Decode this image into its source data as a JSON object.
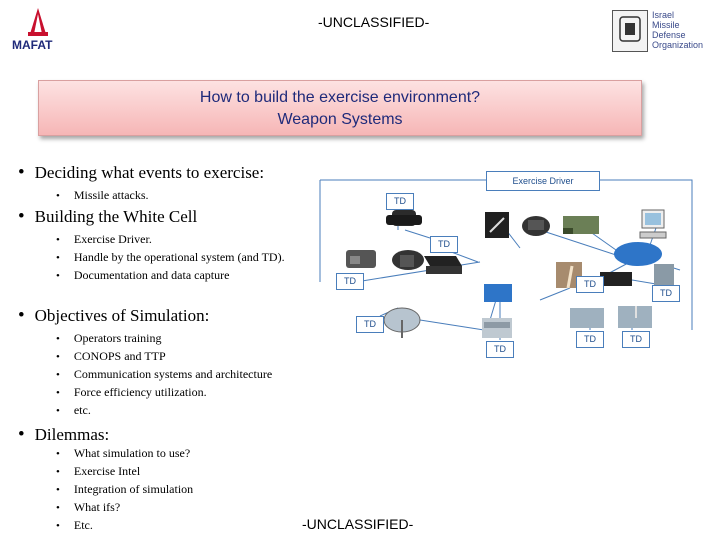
{
  "header": {
    "classification_top": "-UNCLASSIFIED-",
    "classification_bottom": "-UNCLASSIFIED-",
    "logo_left_text": "MAFAT",
    "logo_right_lines": [
      "Israel",
      "Missile",
      "Defense",
      "Organization"
    ]
  },
  "title": {
    "line1": "How to build the exercise environment?",
    "line2": "Weapon Systems"
  },
  "sections": [
    {
      "heading": "Deciding what events to exercise:",
      "items": [
        "Missile attacks."
      ]
    },
    {
      "heading": "Building the White Cell",
      "items": [
        "Exercise Driver.",
        "Handle by the operational system (and TD).",
        "Documentation and data capture"
      ]
    },
    {
      "heading": "Objectives of Simulation:",
      "items": [
        "Operators training",
        "CONOPS and TTP",
        "Communication systems and architecture",
        "Force efficiency utilization.",
        "etc."
      ]
    },
    {
      "heading": "Dilemmas:",
      "items": [
        "What simulation to use?",
        "Exercise Intel",
        "Integration of simulation",
        "What ifs?",
        "Etc."
      ]
    }
  ],
  "diagram": {
    "exercise_driver_label": "Exercise Driver",
    "td_label": "TD"
  },
  "colors": {
    "title_text": "#1f2a7a",
    "title_bg": "#f6b6b6",
    "line": "#4a7ebb",
    "accent_blue": "#2e75c8"
  }
}
